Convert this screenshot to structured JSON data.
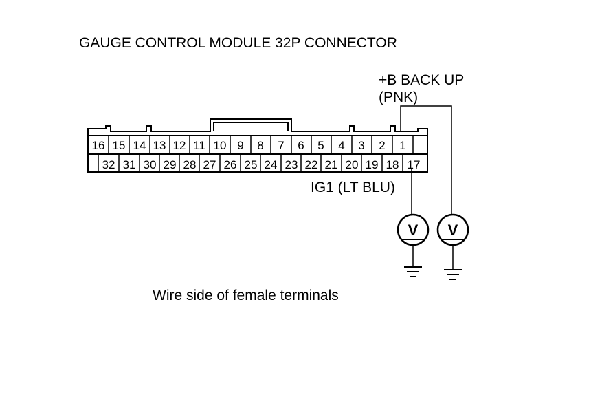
{
  "title": "GAUGE CONTROL MODULE 32P CONNECTOR",
  "backup_label_line1": "+B BACK UP",
  "backup_label_line2": "(PNK)",
  "ig1_label": "IG1 (LT BLU)",
  "caption": "Wire side of female terminals",
  "top_row_pins": [
    "16",
    "15",
    "14",
    "13",
    "12",
    "11",
    "10",
    "9",
    "8",
    "7",
    "6",
    "5",
    "4",
    "3",
    "2",
    "1"
  ],
  "bottom_row_pins": [
    "32",
    "31",
    "30",
    "29",
    "28",
    "27",
    "26",
    "25",
    "24",
    "23",
    "22",
    "21",
    "20",
    "19",
    "18",
    "17"
  ],
  "meter_symbol": "V",
  "colors": {
    "line": "#000000",
    "background": "#ffffff"
  }
}
